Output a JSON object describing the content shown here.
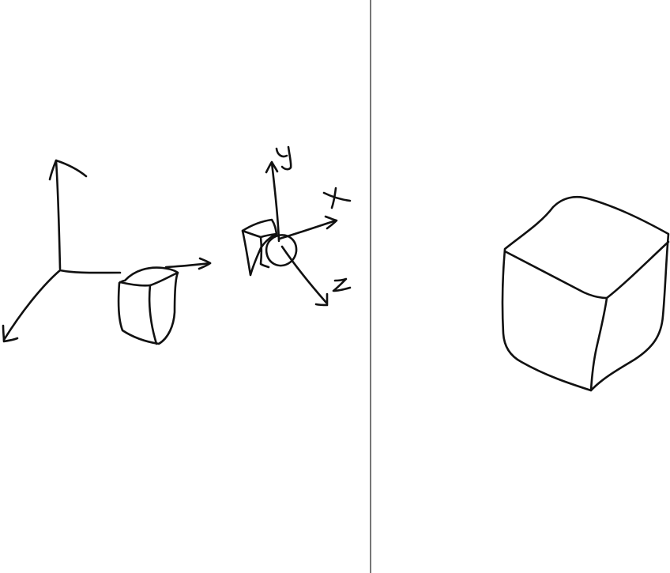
{
  "colors": {
    "background": "#ffffff",
    "ink": "#111111",
    "divider": "#555555"
  },
  "axis_labels": {
    "y": "y",
    "x": "x",
    "z": "z"
  }
}
